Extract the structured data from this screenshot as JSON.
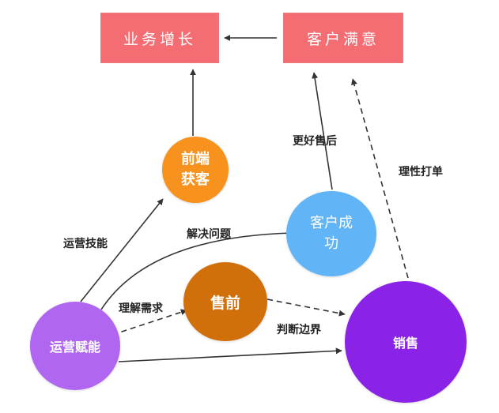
{
  "nodes": {
    "business_growth": "业务增长",
    "customer_satisfaction": "客户满意",
    "frontend_acquisition": [
      "前端",
      "获客"
    ],
    "customer_success": [
      "客户成",
      "功"
    ],
    "presales": "售前",
    "ops_enablement": "运营赋能",
    "sales": "销售"
  },
  "edges": {
    "better_after_sales": "更好售后",
    "rational_closing": "理性打单",
    "ops_skills": "运营技能",
    "solve_problems": "解决问题",
    "understand_needs": "理解需求",
    "judge_boundaries": "判断边界"
  },
  "colors": {
    "box": "#f46d73",
    "frontend_acquisition": "#f7921e",
    "customer_success": "#61b4f5",
    "presales": "#d1700b",
    "ops_enablement": "#b066f0",
    "sales": "#8a22e8",
    "arrow": "#333333"
  }
}
